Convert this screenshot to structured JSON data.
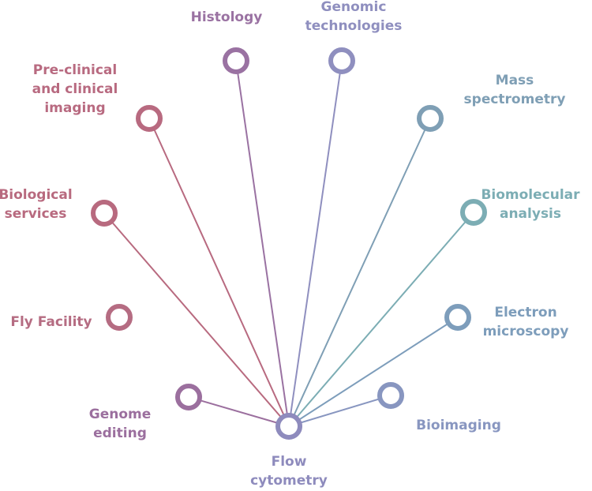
{
  "hub": {
    "label_lines": [
      "Flow",
      "cytometry"
    ],
    "color": "#8e8bbd"
  },
  "nodes": [
    {
      "id": "histology",
      "label_lines": [
        "Histology"
      ],
      "color": "#9a72a2"
    },
    {
      "id": "genomic-technologies",
      "label_lines": [
        "Genomic",
        "technologies"
      ],
      "color": "#8f8fbf"
    },
    {
      "id": "mass-spectrometry",
      "label_lines": [
        "Mass",
        "spectrometry"
      ],
      "color": "#7f9fb5"
    },
    {
      "id": "biomolecular-analysis",
      "label_lines": [
        "Biomolecular",
        "analysis"
      ],
      "color": "#7cadb4"
    },
    {
      "id": "electron-microscopy",
      "label_lines": [
        "Electron",
        "microscopy"
      ],
      "color": "#7d9dbb"
    },
    {
      "id": "bioimaging",
      "label_lines": [
        "Bioimaging"
      ],
      "color": "#8896c0"
    },
    {
      "id": "genome-editing",
      "label_lines": [
        "Genome",
        "editing"
      ],
      "color": "#9b6f9e"
    },
    {
      "id": "fly-facility",
      "label_lines": [
        "Fly Facility"
      ],
      "color": "#b56c82"
    },
    {
      "id": "biological-services",
      "label_lines": [
        "Biological",
        "services"
      ],
      "color": "#b86a7f"
    },
    {
      "id": "pre-clinical-and-clinical-imaging",
      "label_lines": [
        "Pre-clinical",
        "and clinical",
        "imaging"
      ],
      "color": "#b86a80"
    }
  ]
}
